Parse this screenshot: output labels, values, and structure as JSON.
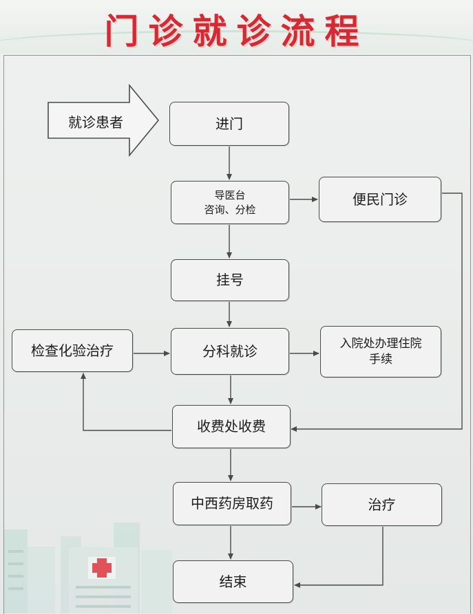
{
  "title": "门诊就诊流程",
  "patient": "就诊患者",
  "nodes": {
    "enter": "进门",
    "guide_line1": "导医台",
    "guide_line2": "咨询、分检",
    "convenience": "便民门诊",
    "register": "挂号",
    "exam": "检查化验治疗",
    "consult": "分科就诊",
    "admit_line1": "入院处办理住院",
    "admit_line2": "手续",
    "payment": "收费处收费",
    "pharmacy": "中西药房取药",
    "treatment": "治疗",
    "end": "结束"
  },
  "colors": {
    "title": "#d42a33",
    "line": "#4a4a4a",
    "hospital_cross": "#e0525a"
  }
}
